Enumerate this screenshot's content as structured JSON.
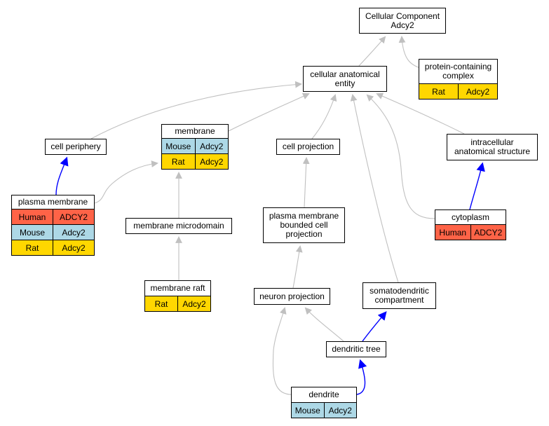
{
  "colors": {
    "human": "#ff6347",
    "mouse": "#add8e6",
    "rat": "#ffd700",
    "edge_gray": "#c0c0c0",
    "edge_blue": "#0000ff"
  },
  "nodes": {
    "cellular_component": {
      "title": "Cellular Component\nAdcy2",
      "rows": []
    },
    "cellular_anatomical_entity": {
      "title": "cellular anatomical\nentity",
      "rows": []
    },
    "protein_containing_complex": {
      "title": "protein-containing\ncomplex",
      "rows": [
        {
          "species": "Rat",
          "gene": "Adcy2",
          "color": "rat"
        }
      ]
    },
    "cell_periphery": {
      "title": "cell periphery",
      "rows": []
    },
    "membrane": {
      "title": "membrane",
      "rows": [
        {
          "species": "Mouse",
          "gene": "Adcy2",
          "color": "mouse"
        },
        {
          "species": "Rat",
          "gene": "Adcy2",
          "color": "rat"
        }
      ]
    },
    "cell_projection": {
      "title": "cell projection",
      "rows": []
    },
    "intracellular_anatomical_structure": {
      "title": "intracellular\nanatomical structure",
      "rows": []
    },
    "plasma_membrane": {
      "title": "plasma membrane",
      "rows": [
        {
          "species": "Human",
          "gene": "ADCY2",
          "color": "human"
        },
        {
          "species": "Mouse",
          "gene": "Adcy2",
          "color": "mouse"
        },
        {
          "species": "Rat",
          "gene": "Adcy2",
          "color": "rat"
        }
      ]
    },
    "membrane_microdomain": {
      "title": "membrane microdomain",
      "rows": []
    },
    "plasma_membrane_bounded_cell_projection": {
      "title": "plasma membrane\nbounded cell\nprojection",
      "rows": []
    },
    "cytoplasm": {
      "title": "cytoplasm",
      "rows": [
        {
          "species": "Human",
          "gene": "ADCY2",
          "color": "human"
        }
      ]
    },
    "membrane_raft": {
      "title": "membrane raft",
      "rows": [
        {
          "species": "Rat",
          "gene": "Adcy2",
          "color": "rat"
        }
      ]
    },
    "neuron_projection": {
      "title": "neuron projection",
      "rows": []
    },
    "somatodendritic_compartment": {
      "title": "somatodendritic\ncompartment",
      "rows": []
    },
    "dendritic_tree": {
      "title": "dendritic tree",
      "rows": []
    },
    "dendrite": {
      "title": "dendrite",
      "rows": [
        {
          "species": "Mouse",
          "gene": "Adcy2",
          "color": "mouse"
        }
      ]
    }
  },
  "edges": [
    {
      "from": "cellular_anatomical_entity",
      "to": "cellular_component",
      "kind": "is_a"
    },
    {
      "from": "protein_containing_complex",
      "to": "cellular_component",
      "kind": "is_a"
    },
    {
      "from": "cell_periphery",
      "to": "cellular_anatomical_entity",
      "kind": "is_a"
    },
    {
      "from": "membrane",
      "to": "cellular_anatomical_entity",
      "kind": "is_a"
    },
    {
      "from": "cell_projection",
      "to": "cellular_anatomical_entity",
      "kind": "is_a"
    },
    {
      "from": "intracellular_anatomical_structure",
      "to": "cellular_anatomical_entity",
      "kind": "is_a"
    },
    {
      "from": "cytoplasm",
      "to": "cellular_anatomical_entity",
      "kind": "is_a"
    },
    {
      "from": "somatodendritic_compartment",
      "to": "cellular_anatomical_entity",
      "kind": "is_a"
    },
    {
      "from": "plasma_membrane",
      "to": "cell_periphery",
      "kind": "part_of"
    },
    {
      "from": "plasma_membrane",
      "to": "membrane",
      "kind": "is_a"
    },
    {
      "from": "membrane_microdomain",
      "to": "membrane",
      "kind": "is_a"
    },
    {
      "from": "membrane_raft",
      "to": "membrane_microdomain",
      "kind": "is_a"
    },
    {
      "from": "plasma_membrane_bounded_cell_projection",
      "to": "cell_projection",
      "kind": "is_a"
    },
    {
      "from": "neuron_projection",
      "to": "plasma_membrane_bounded_cell_projection",
      "kind": "is_a"
    },
    {
      "from": "cytoplasm",
      "to": "intracellular_anatomical_structure",
      "kind": "part_of"
    },
    {
      "from": "dendritic_tree",
      "to": "neuron_projection",
      "kind": "is_a"
    },
    {
      "from": "dendritic_tree",
      "to": "somatodendritic_compartment",
      "kind": "part_of"
    },
    {
      "from": "dendrite",
      "to": "neuron_projection",
      "kind": "is_a"
    },
    {
      "from": "dendrite",
      "to": "dendritic_tree",
      "kind": "part_of"
    }
  ]
}
